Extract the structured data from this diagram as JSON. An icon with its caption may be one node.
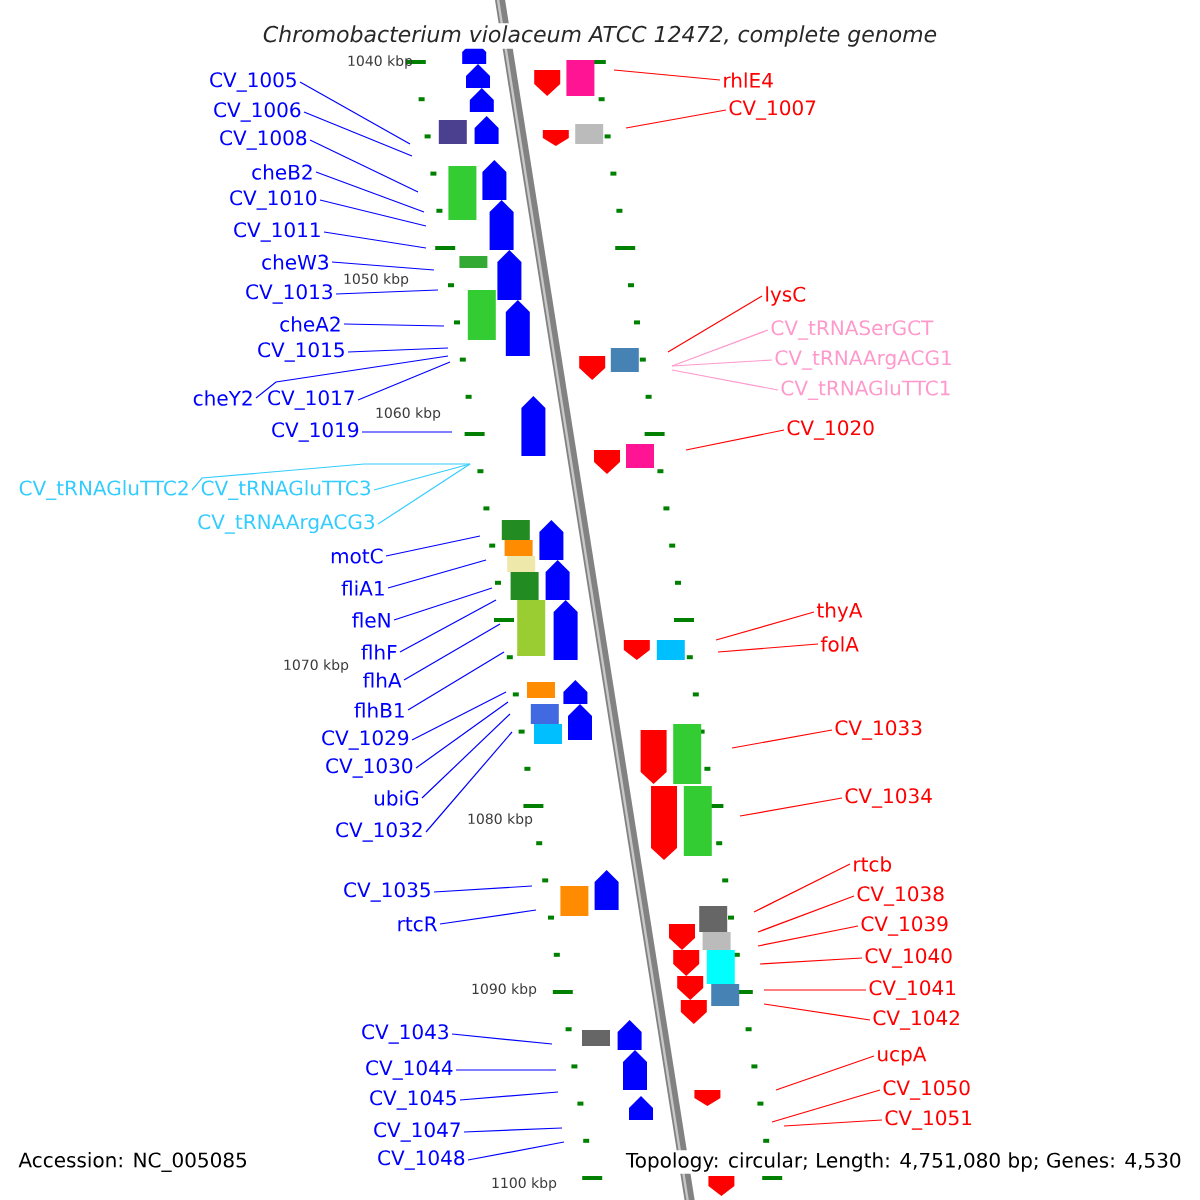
{
  "diagram": {
    "title": "Chromobacterium violaceum ATCC 12472, complete genome",
    "nodes": [
      {
        "text": [
          "CV_1005"
        ]
      },
      {
        "text": [
          "CV_1006"
        ]
      },
      {
        "text": [
          "CV_1008"
        ]
      },
      {
        "text": [
          "cheB2"
        ]
      },
      {
        "text": [
          "CV_1010"
        ]
      },
      {
        "text": [
          "CV_1011"
        ]
      },
      {
        "text": [
          "cheW3"
        ]
      },
      {
        "text": [
          "CV_1013"
        ]
      },
      {
        "text": [
          "cheA2"
        ]
      },
      {
        "text": [
          "CV_1015"
        ]
      },
      {
        "text": [
          "cheY2"
        ]
      },
      {
        "text": [
          "CV_1017"
        ]
      },
      {
        "text": [
          "CV_1019"
        ]
      },
      {
        "text": [
          "CV_tRNAGluTTC2"
        ]
      },
      {
        "text": [
          "CV_tRNAGluTTC3"
        ]
      },
      {
        "text": [
          "CV_tRNAArgACG3"
        ]
      },
      {
        "text": [
          "motC"
        ]
      },
      {
        "text": [
          "fliA1"
        ]
      },
      {
        "text": [
          "fleN"
        ]
      },
      {
        "text": [
          "flhF"
        ]
      },
      {
        "text": [
          "flhA"
        ]
      },
      {
        "text": [
          "flhB1"
        ]
      },
      {
        "text": [
          "CV_1029"
        ]
      },
      {
        "text": [
          "CV_1030"
        ]
      },
      {
        "text": [
          "ubiG"
        ]
      },
      {
        "text": [
          "CV_1032"
        ]
      },
      {
        "text": [
          "CV_1035"
        ]
      },
      {
        "text": [
          "rtcR"
        ]
      },
      {
        "text": [
          "CV_1043"
        ]
      },
      {
        "text": [
          "CV_1044"
        ]
      },
      {
        "text": [
          "CV_1045"
        ]
      },
      {
        "text": [
          "CV_1047"
        ]
      },
      {
        "text": [
          "CV_1048"
        ]
      },
      {
        "text": [
          "rhlE4"
        ]
      },
      {
        "text": [
          "CV_1007"
        ]
      },
      {
        "text": [
          "lysC"
        ]
      },
      {
        "text": [
          "CV_tRNASerGCT"
        ]
      },
      {
        "text": [
          "CV_tRNAArgACG1"
        ]
      },
      {
        "text": [
          "CV_tRNAGluTTC1"
        ]
      },
      {
        "text": [
          "CV_1020"
        ]
      },
      {
        "text": [
          "thyA"
        ]
      },
      {
        "text": [
          "folA"
        ]
      },
      {
        "text": [
          "CV_1033"
        ]
      },
      {
        "text": [
          "CV_1034"
        ]
      },
      {
        "text": [
          "rtcb"
        ]
      },
      {
        "text": [
          "CV_1038"
        ]
      },
      {
        "text": [
          "CV_1039"
        ]
      },
      {
        "text": [
          "CV_1040"
        ]
      },
      {
        "text": [
          "CV_1041"
        ]
      },
      {
        "text": [
          "CV_1042"
        ]
      },
      {
        "text": [
          "ucpA"
        ]
      },
      {
        "text": [
          "CV_1050"
        ]
      },
      {
        "text": [
          "CV_1051"
        ]
      }
    ],
    "edges": [
      {
        "from": 0,
        "to": null,
        "arrow": "none"
      },
      {
        "from": 1,
        "to": null,
        "arrow": "none"
      },
      {
        "from": 2,
        "to": null,
        "arrow": "none"
      },
      {
        "from": 3,
        "to": null,
        "arrow": "none"
      },
      {
        "from": 4,
        "to": null,
        "arrow": "none"
      },
      {
        "from": 5,
        "to": null,
        "arrow": "none"
      },
      {
        "from": 6,
        "to": null,
        "arrow": "none"
      },
      {
        "from": 7,
        "to": null,
        "arrow": "none"
      },
      {
        "from": 8,
        "to": null,
        "arrow": "none"
      },
      {
        "from": 9,
        "to": null,
        "arrow": "none"
      },
      {
        "from": 10,
        "to": null,
        "arrow": "none"
      },
      {
        "from": 11,
        "to": null,
        "arrow": "none"
      },
      {
        "from": 12,
        "to": null,
        "arrow": "none"
      },
      {
        "from": 13,
        "to": null,
        "arrow": "none",
        "color": "#33ccff"
      },
      {
        "from": 14,
        "to": null,
        "arrow": "none",
        "color": "#33ccff"
      },
      {
        "from": 15,
        "to": null,
        "arrow": "none",
        "color": "#33ccff"
      },
      {
        "from": 16,
        "to": null,
        "arrow": "none"
      },
      {
        "from": 17,
        "to": null,
        "arrow": "none"
      },
      {
        "from": 18,
        "to": null,
        "arrow": "none"
      },
      {
        "from": 19,
        "to": null,
        "arrow": "none"
      },
      {
        "from": 20,
        "to": null,
        "arrow": "none"
      },
      {
        "from": 21,
        "to": null,
        "arrow": "none"
      },
      {
        "from": 22,
        "to": null,
        "arrow": "none"
      },
      {
        "from": 23,
        "to": null,
        "arrow": "none"
      },
      {
        "from": 24,
        "to": null,
        "arrow": "none"
      },
      {
        "from": 25,
        "to": null,
        "arrow": "none"
      },
      {
        "from": 26,
        "to": null,
        "arrow": "none"
      },
      {
        "from": 27,
        "to": null,
        "arrow": "none"
      },
      {
        "from": 28,
        "to": null,
        "arrow": "none"
      },
      {
        "from": 29,
        "to": null,
        "arrow": "none"
      },
      {
        "from": 30,
        "to": null,
        "arrow": "none"
      },
      {
        "from": 31,
        "to": null,
        "arrow": "none"
      },
      {
        "from": 32,
        "to": null,
        "arrow": "none"
      },
      {
        "from": 33,
        "to": null,
        "arrow": "none",
        "color": "#ff0000"
      },
      {
        "from": 34,
        "to": null,
        "arrow": "none",
        "color": "#ff0000"
      },
      {
        "from": 35,
        "to": null,
        "arrow": "none",
        "color": "#ff0000"
      },
      {
        "from": 36,
        "to": null,
        "arrow": "none",
        "color": "#ff99cc"
      },
      {
        "from": 37,
        "to": null,
        "arrow": "none",
        "color": "#ff99cc"
      },
      {
        "from": 38,
        "to": null,
        "arrow": "none",
        "color": "#ff99cc"
      },
      {
        "from": 39,
        "to": null,
        "arrow": "none",
        "color": "#ff0000"
      },
      {
        "from": 40,
        "to": null,
        "arrow": "none",
        "color": "#ff0000"
      },
      {
        "from": 41,
        "to": null,
        "arrow": "none",
        "color": "#ff0000"
      },
      {
        "from": 42,
        "to": null,
        "arrow": "none",
        "color": "#ff0000"
      },
      {
        "from": 43,
        "to": null,
        "arrow": "none",
        "color": "#ff0000"
      },
      {
        "from": 44,
        "to": null,
        "arrow": "none",
        "color": "#ff0000"
      },
      {
        "from": 45,
        "to": null,
        "arrow": "none",
        "color": "#ff0000"
      },
      {
        "from": 46,
        "to": null,
        "arrow": "none",
        "color": "#ff0000"
      },
      {
        "from": 47,
        "to": null,
        "arrow": "none",
        "color": "#ff0000"
      },
      {
        "from": 48,
        "to": null,
        "arrow": "none",
        "color": "#ff0000"
      },
      {
        "from": 49,
        "to": null,
        "arrow": "none",
        "color": "#ff0000"
      },
      {
        "from": 50,
        "to": null,
        "arrow": "none",
        "color": "#ff0000"
      },
      {
        "from": 51,
        "to": null,
        "arrow": "none",
        "color": "#ff0000"
      },
      {
        "from": 52,
        "to": null,
        "arrow": "none",
        "color": "#ff0000"
      }
    ],
    "labels": [
      "1040 kbp",
      "1050 kbp",
      "1060 kbp",
      "1070 kbp",
      "1080 kbp",
      "1090 kbp",
      "1100 kbp",
      "Accession: NC_005085",
      "Topology: circular; Length: 4,751,080 bp; Genes: 4,530"
    ]
  }
}
